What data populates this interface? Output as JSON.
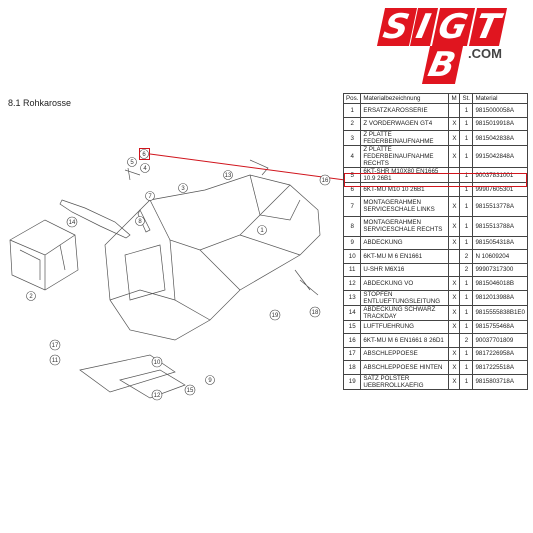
{
  "logo": {
    "letters": [
      "S",
      "I",
      "G",
      "T",
      "B"
    ],
    "domain": ".COM"
  },
  "section_title": "8.1  Rohkarosse",
  "table": {
    "headers": {
      "pos": "Pos.",
      "desc": "Materialbezeichnung",
      "m": "M",
      "st": "St.",
      "material": "Material"
    },
    "rows": [
      {
        "pos": "1",
        "desc": "ERSATZKAROSSERIE",
        "m": "",
        "st": "1",
        "material": "9815000058A"
      },
      {
        "pos": "2",
        "desc": "Z VORDERWAGEN GT4",
        "m": "X",
        "st": "1",
        "material": "9815019918A"
      },
      {
        "pos": "3",
        "desc": "Z PLATTE FEDERBEINAUFNAHME",
        "m": "X",
        "st": "1",
        "material": "9815042838A"
      },
      {
        "pos": "4",
        "desc": "Z PLATTE FEDERBEINAUFNAHME RECHTS",
        "m": "X",
        "st": "1",
        "material": "9915042848A"
      },
      {
        "pos": "5",
        "desc": "6KT-SHR M10X80 EN1665 10.9 26B1",
        "m": "",
        "st": "1",
        "material": "90037831001"
      },
      {
        "pos": "6",
        "desc": "6KT-MU M10 10 26B1",
        "m": "",
        "st": "1",
        "material": "99907605301"
      },
      {
        "pos": "7",
        "desc": "MONTAGERAHMEN SERVICESCHALE LINKS",
        "m": "X",
        "st": "1",
        "material": "9815513778A"
      },
      {
        "pos": "8",
        "desc": "MONTAGERAHMEN SERVICESCHALE RECHTS",
        "m": "X",
        "st": "1",
        "material": "9815513788A"
      },
      {
        "pos": "9",
        "desc": "ABDECKUNG",
        "m": "X",
        "st": "1",
        "material": "9815054318A"
      },
      {
        "pos": "10",
        "desc": "6KT-MU M 6 EN1661",
        "m": "",
        "st": "2",
        "material": "N 10609204"
      },
      {
        "pos": "11",
        "desc": "U-SHR M6X16",
        "m": "",
        "st": "2",
        "material": "99907317300"
      },
      {
        "pos": "12",
        "desc": "ABDECKUNG VO",
        "m": "X",
        "st": "1",
        "material": "9815046018B"
      },
      {
        "pos": "13",
        "desc": "STOPFEN ENTLUEFTUNGSLEITUNG",
        "m": "X",
        "st": "1",
        "material": "9812013988A"
      },
      {
        "pos": "14",
        "desc": "ABDECKUNG SCHWARZ TRACKDAY",
        "m": "X",
        "st": "1",
        "material": "9815555838B1E0"
      },
      {
        "pos": "15",
        "desc": "LUFTFUEHRUNG",
        "m": "X",
        "st": "1",
        "material": "9815755468A"
      },
      {
        "pos": "16",
        "desc": "6KT-MU M 6 EN1661 8 26D1",
        "m": "",
        "st": "2",
        "material": "90037701809"
      },
      {
        "pos": "17",
        "desc": "ABSCHLEPPOESE",
        "m": "X",
        "st": "1",
        "material": "9817226958A"
      },
      {
        "pos": "18",
        "desc": "ABSCHLEPPOESE HINTEN",
        "m": "X",
        "st": "1",
        "material": "9817225518A"
      },
      {
        "pos": "19",
        "desc": "SATZ POLSTER UEBERROLLKAEFIG",
        "m": "X",
        "st": "1",
        "material": "9815803718A"
      }
    ]
  },
  "callouts": [
    "6",
    "4",
    "3",
    "14",
    "7",
    "8",
    "2",
    "16",
    "17",
    "11",
    "10",
    "18",
    "19",
    "12",
    "15",
    "9",
    "1",
    "5",
    "13"
  ],
  "colors": {
    "brand_red": "#e0151f",
    "highlight_red": "#d0141c",
    "line": "#444444"
  }
}
